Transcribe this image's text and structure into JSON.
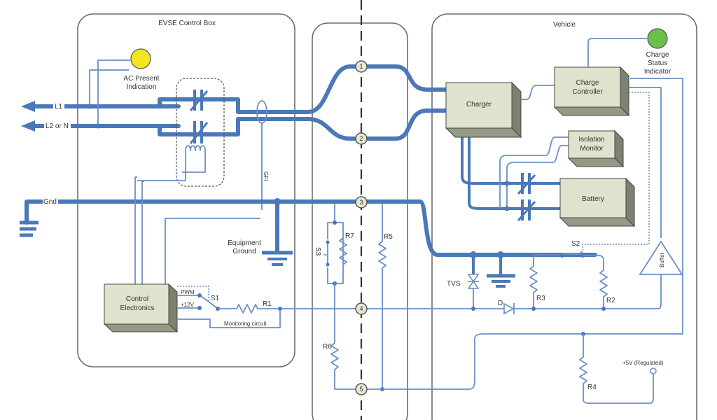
{
  "diagram": {
    "sections": {
      "evse": "EVSE Control Box",
      "vehicle": "Vehicle"
    },
    "lines": {
      "l1": "L1",
      "l2": "L2 or N",
      "gnd": "Gnd"
    },
    "indicators": {
      "ac_present_line1": "AC Present",
      "ac_present_line2": "Indication",
      "ac_present_color": "#f3e61e",
      "charge_status_line1": "Charge",
      "charge_status_line2": "Status",
      "charge_status_line3": "Indicator",
      "charge_status_color": "#6cc04a"
    },
    "blocks": {
      "control_line1": "Control",
      "control_line2": "Electronics",
      "charger": "Charger",
      "controller_line1": "Charge",
      "controller_line2": "Controller",
      "isolation_line1": "Isolation",
      "isolation_line2": "Monitor",
      "battery": "Battery",
      "buffer": "Buffer"
    },
    "labels": {
      "gfi": "GFI",
      "equip_ground_line1": "Equipment",
      "equip_ground_line2": "Ground",
      "pwm": "PWM",
      "plus12v": "+12V",
      "s1": "S1",
      "r1": "R1",
      "monitoring": "Monitoring circuit",
      "s3": "S3",
      "r7": "R7",
      "r5": "R5",
      "r6": "R6",
      "tvs": "TVS",
      "d": "D",
      "r3": "R3",
      "r2": "R2",
      "s2": "S2",
      "r4": "R4",
      "plus5v": "+5V (Regulated)"
    },
    "connectors": [
      "1",
      "2",
      "3",
      "4",
      "5"
    ],
    "colors": {
      "power_wire": "#4a78b8",
      "signal_wire": "#6b8fc4",
      "block_face": "#dfe3cd"
    }
  }
}
